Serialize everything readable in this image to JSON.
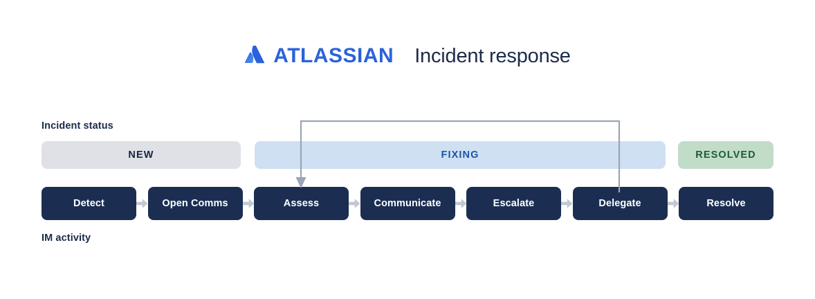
{
  "header": {
    "brand_name": "ATLASSIAN",
    "brand_color": "#2b62d9",
    "title": "Incident response",
    "title_color": "#1c2b4a",
    "logo_icon": "atlassian-logo-icon"
  },
  "diagram": {
    "status_label": "Incident status",
    "activity_label": "IM activity",
    "statuses": [
      {
        "label": "NEW",
        "bg": "#dfe1e6",
        "fg": "#17243f"
      },
      {
        "label": "FIXING",
        "bg": "#cfe0f2",
        "fg": "#1a56a8"
      },
      {
        "label": "RESOLVED",
        "bg": "#c2dcca",
        "fg": "#1d5c38"
      }
    ],
    "activities": [
      {
        "label": "Detect"
      },
      {
        "label": "Open Comms"
      },
      {
        "label": "Assess"
      },
      {
        "label": "Communicate"
      },
      {
        "label": "Escalate"
      },
      {
        "label": "Delegate"
      },
      {
        "label": "Resolve"
      }
    ],
    "box_color": "#1b2e52",
    "box_text_color": "#ffffff",
    "arrow_color": "#c2c8d2",
    "loop_color": "#9aa5b5",
    "loop_from": "Delegate",
    "loop_to": "Assess"
  }
}
